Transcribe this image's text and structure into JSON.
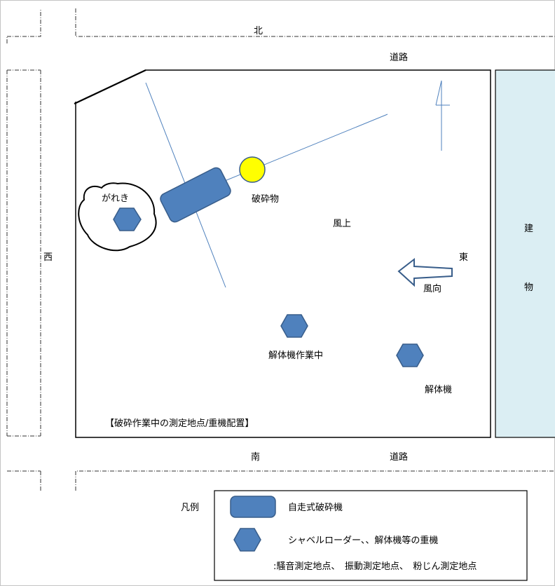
{
  "labels": {
    "north": "北",
    "south": "南",
    "west": "西",
    "east": "東",
    "road_top": "道路",
    "road_bottom": "道路",
    "building_char1": "建",
    "building_char2": "物",
    "rubble": "がれき",
    "crushed_material": "破砕物",
    "upwind": "風上",
    "wind_direction": "風向",
    "demolisher_working": "解体機作業中",
    "demolisher": "解体機",
    "caption": "【破砕作業中の測定地点/重機配置】"
  },
  "legend": {
    "title": "凡例",
    "item1": "自走式破砕機",
    "item2": "シャベルローダー、、解体機等の重機",
    "note": ":騒音測定地点、　振動測定地点、　粉じん測定地点"
  },
  "colors": {
    "machine_fill": "#4f81bd",
    "machine_stroke": "#385d8a",
    "crushed_fill": "#ffff00",
    "building_fill": "#dbeef3",
    "survey_line": "#4f81bd"
  }
}
